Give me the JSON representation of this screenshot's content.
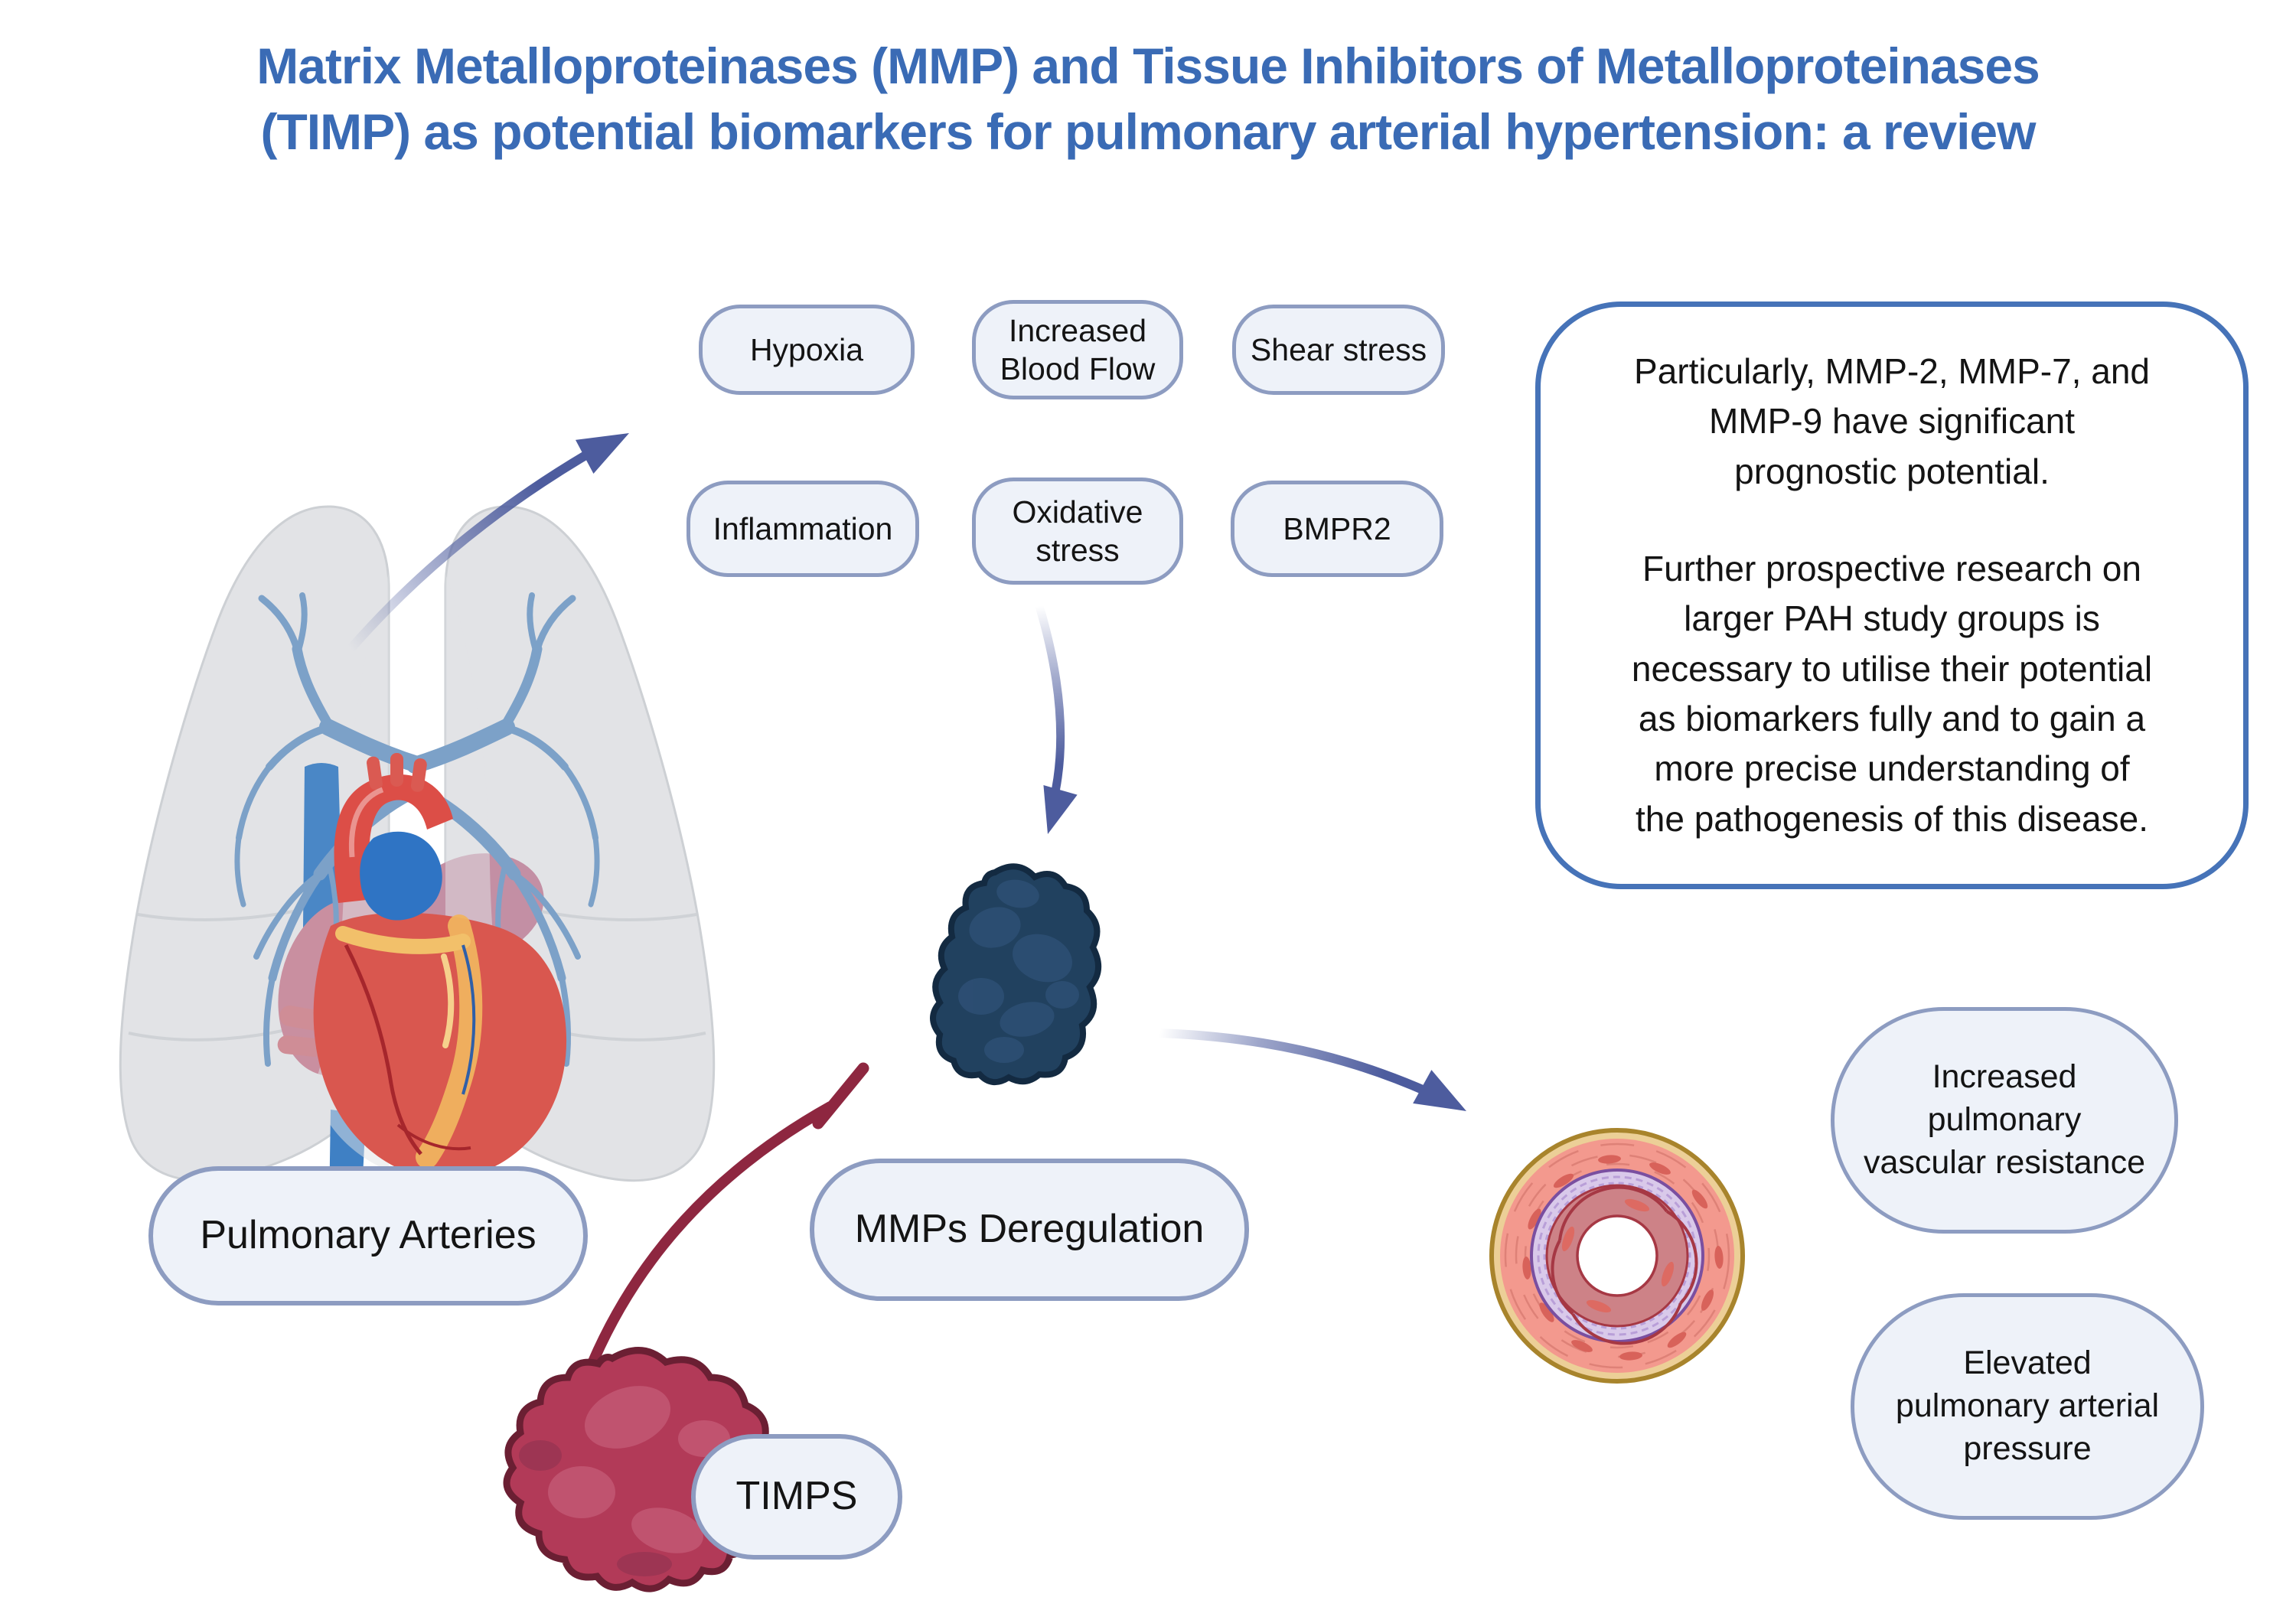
{
  "title": "Matrix Metalloproteinases (MMP) and Tissue Inhibitors of Metalloproteinases\n(TIMP) as potential biomarkers for pulmonary arterial hypertension: a review",
  "factors": [
    {
      "label": "Hypoxia"
    },
    {
      "label": "Increased\nBlood Flow"
    },
    {
      "label": "Shear stress"
    },
    {
      "label": "Inflammation"
    },
    {
      "label": "Oxidative\nstress"
    },
    {
      "label": "BMPR2"
    }
  ],
  "summary_box": {
    "p1": "Particularly, MMP-2, MMP-7, and\nMMP-9 have significant\nprognostic potential.",
    "p2": "Further prospective research on\nlarger PAH study groups is\nnecessary to utilise their potential\nas biomarkers fully and to gain a\nmore precise understanding of\nthe pathogenesis of this disease."
  },
  "labels": {
    "pulmonary_arteries": "Pulmonary Arteries",
    "mmps_deregulation": "MMPs Deregulation",
    "timps": "TIMPS"
  },
  "outcomes": [
    {
      "label": "Increased\npulmonary\nvascular resistance"
    },
    {
      "label": "Elevated\npulmonary arterial\npressure"
    }
  ],
  "illustrations": {
    "lungs_heart": "lungs and heart with pulmonary vasculature",
    "mmp_blob": "MMP protein (dark navy blob)",
    "timp_blob": "TIMP protein (dark red blob)",
    "artery_cross_section": "remodelled pulmonary artery cross-section"
  },
  "colors": {
    "accent_blue": "#3a6bb5",
    "box_border": "#4673b8",
    "pill_fill": "#eef2f9",
    "pill_border": "#8d9cc1",
    "arrow_indigo": "#4d5c9e",
    "inhibitor_red": "#8e2740",
    "mmp_navy": "#21415f",
    "mmp_outline": "#132a41",
    "mmp_patch": "#2d4f74",
    "timp_red": "#b23a58",
    "timp_outline": "#6b1f33",
    "timp_patch": "#c25672",
    "lung_gray": "#e2e3e6",
    "lung_edge": "#cdd0d4",
    "airway_blue": "#7ca1c8",
    "heart_red": "#d9574f",
    "aorta_red": "#dc4e47",
    "pa_blue": "#2f74c4",
    "vein_blue": "#4a87c6",
    "atrium_mauve": "#c38fa4",
    "fat_yellow": "#f0b35f",
    "vessel_outer": "#eccf97",
    "vessel_outer_edge": "#a8842c",
    "vessel_media": "#f3998e",
    "vessel_cell": "#d8625a",
    "vessel_lamina_fill": "#d9c9ea",
    "vessel_lamina_edge": "#7a4fa0",
    "vessel_inner": "#cd8287",
    "vessel_inner_edge": "#a63844"
  }
}
